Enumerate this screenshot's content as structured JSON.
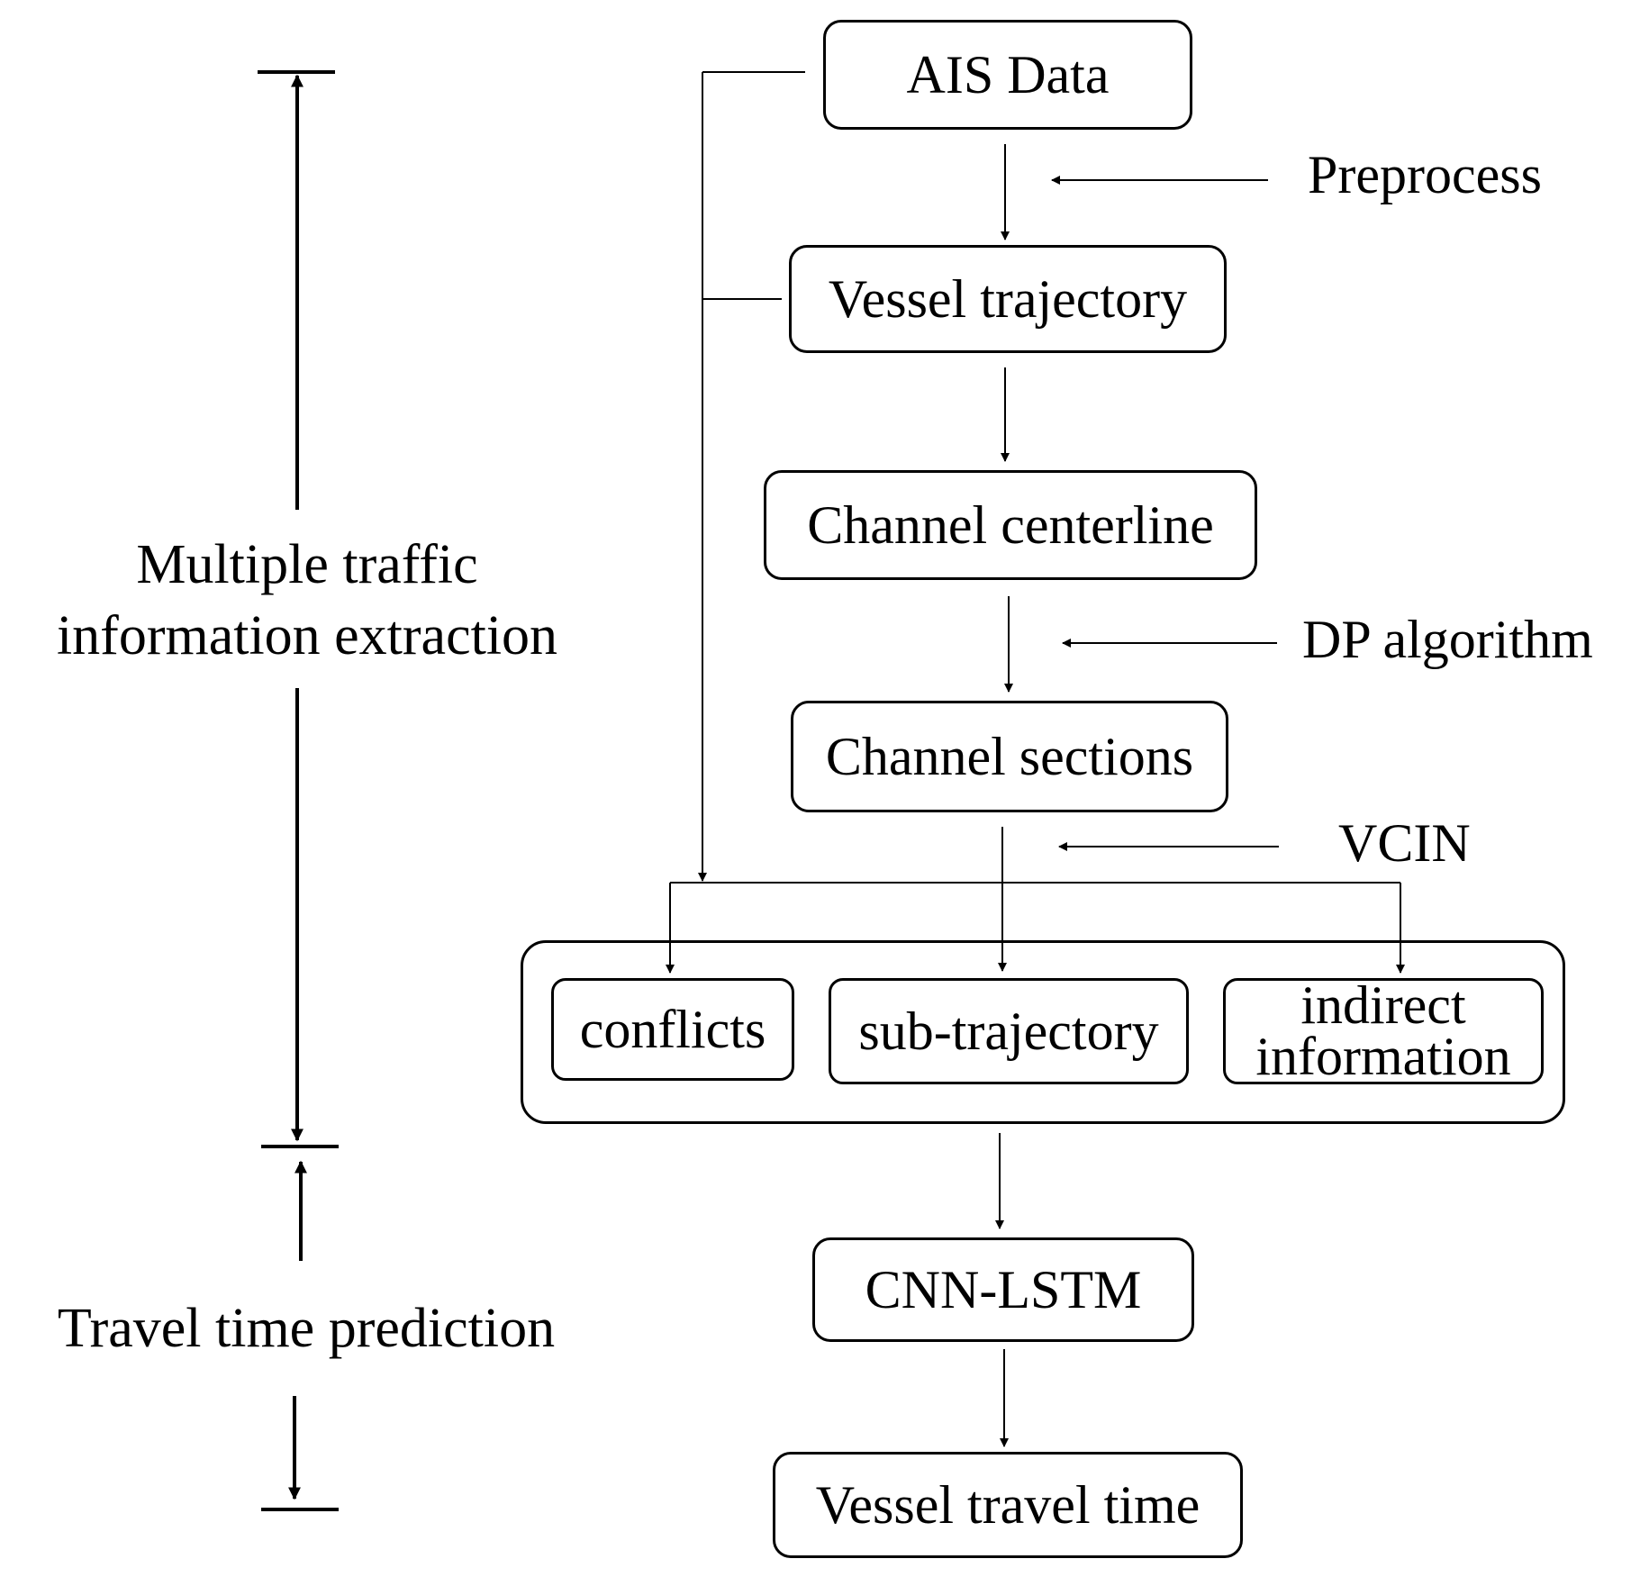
{
  "nodes": {
    "ais_data": "AIS Data",
    "vessel_trajectory": "Vessel trajectory",
    "channel_centerline": "Channel centerline",
    "channel_sections": "Channel sections",
    "conflicts": "conflicts",
    "sub_trajectory": "sub-trajectory",
    "indirect_information_1": "indirect",
    "indirect_information_2": "information",
    "cnn_lstm": "CNN-LSTM",
    "vessel_travel_time": "Vessel travel time"
  },
  "side_labels": {
    "preprocess": "Preprocess",
    "dp_algorithm": "DP algorithm",
    "vcin": "VCIN"
  },
  "stages": {
    "extraction_line1": "Multiple traffic",
    "extraction_line2": "information extraction",
    "prediction": "Travel time prediction"
  }
}
